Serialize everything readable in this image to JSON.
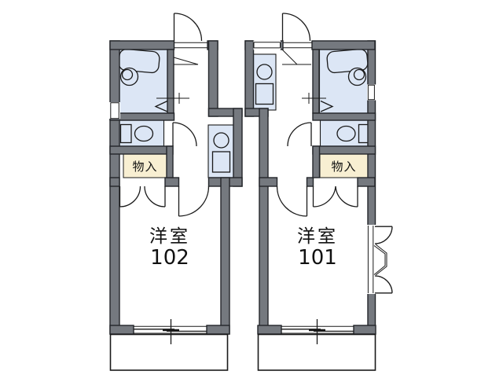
{
  "title": "apartment-floor-plan",
  "colors": {
    "background": "#ffffff",
    "wall_fill": "#75797f",
    "wall_outline": "#23262a",
    "water_room_fill": "#dce6f5",
    "closet_fill": "#f8efd2",
    "line": "#1a1a1a",
    "text": "#111111"
  },
  "units": [
    {
      "number": "102",
      "room_label": "洋室",
      "closet_label": "物入",
      "rooms": [
        "bathroom",
        "toilet",
        "closet",
        "kitchen",
        "western-room",
        "balcony"
      ],
      "fixtures": [
        "bathtub",
        "washbasin",
        "toilet",
        "kitchen-burner",
        "kitchen-sink"
      ],
      "openings": [
        "entrance-door",
        "bath-folding-door",
        "toilet-door",
        "room-door",
        "closet-double-door",
        "sliding-window",
        "small-window"
      ]
    },
    {
      "number": "101",
      "room_label": "洋室",
      "closet_label": "物入",
      "rooms": [
        "bathroom",
        "toilet",
        "closet",
        "kitchen",
        "western-room",
        "balcony"
      ],
      "fixtures": [
        "bathtub",
        "washbasin",
        "toilet",
        "kitchen-burner",
        "kitchen-sink"
      ],
      "openings": [
        "entrance-door",
        "bath-folding-door",
        "toilet-door",
        "room-door",
        "closet-double-door",
        "sliding-window",
        "small-window",
        "kitchen-window",
        "casement-window"
      ]
    }
  ]
}
